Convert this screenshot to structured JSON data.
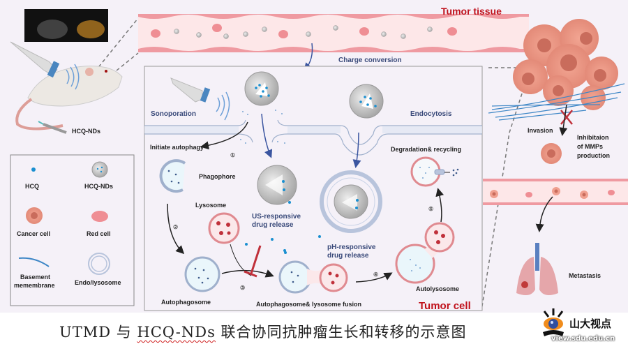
{
  "figure": {
    "mouse_section": {
      "injection_label": "HCQ-NDs"
    },
    "vessel": {
      "tumor_tissue_label": "Tumor tissue",
      "charge_conversion_label": "Charge conversion"
    },
    "cell_panel": {
      "title": "Tumor cell",
      "labels": {
        "sonoporation": "Sonoporation",
        "endocytosis": "Endocytosis",
        "initiate_autophagy": "Initiate autophagy",
        "phagophore": "Phagophore",
        "lysosome": "Lysosome",
        "us_release_1": "US-responsive",
        "us_release_2": "drug release",
        "ph_release_1": "pH-responsive",
        "ph_release_2": "drug release",
        "degradation": "Degradation& recycling",
        "autophagosome": "Autophagosome",
        "fusion": "Autophagosome& lysosome fusion",
        "autolysosome": "Autolysosome"
      },
      "steps": [
        "①",
        "②",
        "③",
        "④",
        "⑤"
      ]
    },
    "tumor_side": {
      "invasion": "Invasion",
      "inhibition_1": "Inhibitaion",
      "inhibition_2": "of MMPs",
      "inhibition_3": "production",
      "metastasis": "Metastasis"
    },
    "legend": {
      "items": [
        {
          "label": "HCQ",
          "icon": "hcq-dot-icon"
        },
        {
          "label": "HCQ-NDs",
          "icon": "nanodroplet-icon"
        },
        {
          "label": "Cancer cell",
          "icon": "cancer-cell-icon"
        },
        {
          "label": "Red cell",
          "icon": "red-cell-icon"
        },
        {
          "label_1": "Basement",
          "label_2": "memembrane",
          "icon": "basement-membrane-icon"
        },
        {
          "label": "Endo/lysosome",
          "icon": "endolysosome-icon"
        }
      ]
    },
    "colors": {
      "tumor_red": "#c0121c",
      "label_blue": "#3a4a7a",
      "hcq_blue": "#1a8fd0",
      "vessel_pink": "#f08f98",
      "cancer_salmon": "#e8907e"
    }
  },
  "caption": {
    "prefix": "UTMD 与 ",
    "underlined": "HCQ-NDs",
    "suffix": " 联合协同抗肿瘤生长和转移的示意图"
  },
  "watermark": {
    "title": "山大视点",
    "url": "view.sdu.edu.cn"
  }
}
